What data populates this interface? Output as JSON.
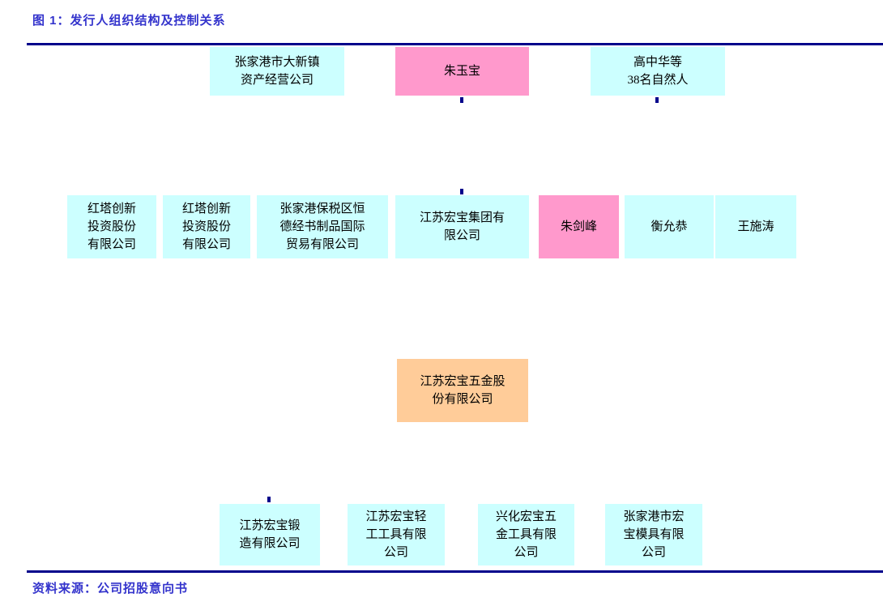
{
  "title": "图 1：发行人组织结构及控制关系",
  "footer": {
    "source": "资料来源：公司招股意向书"
  },
  "colors": {
    "accent_text": "#3333cc",
    "divider": "#00008b",
    "node_cyan": "#ccffff",
    "node_pink": "#ff99cc",
    "node_orange": "#ffcc99"
  },
  "org": {
    "top": [
      {
        "id": "danxin-asset",
        "label": "张家港市大新镇\n资产经营公司",
        "fill": "cyan"
      },
      {
        "id": "zhu-yubao",
        "label": "朱玉宝",
        "fill": "pink"
      },
      {
        "id": "gao-zhonghua-group",
        "label": "高中华等\n38名自然人",
        "fill": "cyan"
      }
    ],
    "middle": [
      {
        "id": "hongta-1",
        "label": "红塔创新\n投资股份\n有限公司",
        "fill": "cyan"
      },
      {
        "id": "hongta-2",
        "label": "红塔创新\n投资股份\n有限公司",
        "fill": "cyan"
      },
      {
        "id": "hengde-trade",
        "label": "张家港保税区恒\n德经书制品国际\n贸易有限公司",
        "fill": "cyan"
      },
      {
        "id": "hongbao-group",
        "label": "江苏宏宝集团有\n限公司",
        "fill": "cyan"
      },
      {
        "id": "zhu-jianfeng",
        "label": "朱剑峰",
        "fill": "pink"
      },
      {
        "id": "heng-yungong",
        "label": "衡允恭",
        "fill": "cyan"
      },
      {
        "id": "wang-shitao",
        "label": "王施涛",
        "fill": "cyan"
      }
    ],
    "issuer": {
      "id": "issuer",
      "label": "江苏宏宝五金股\n份有限公司",
      "fill": "orange"
    },
    "bottom": [
      {
        "id": "duanzao",
        "label": "江苏宏宝锻\n造有限公司",
        "fill": "cyan"
      },
      {
        "id": "qinggong-tools",
        "label": "江苏宏宝轻\n工工具有限\n公司",
        "fill": "cyan"
      },
      {
        "id": "xinghua-tools",
        "label": "兴化宏宝五\n金工具有限\n公司",
        "fill": "cyan"
      },
      {
        "id": "muju",
        "label": "张家港市宏\n宝模具有限\n公司",
        "fill": "cyan"
      }
    ]
  }
}
